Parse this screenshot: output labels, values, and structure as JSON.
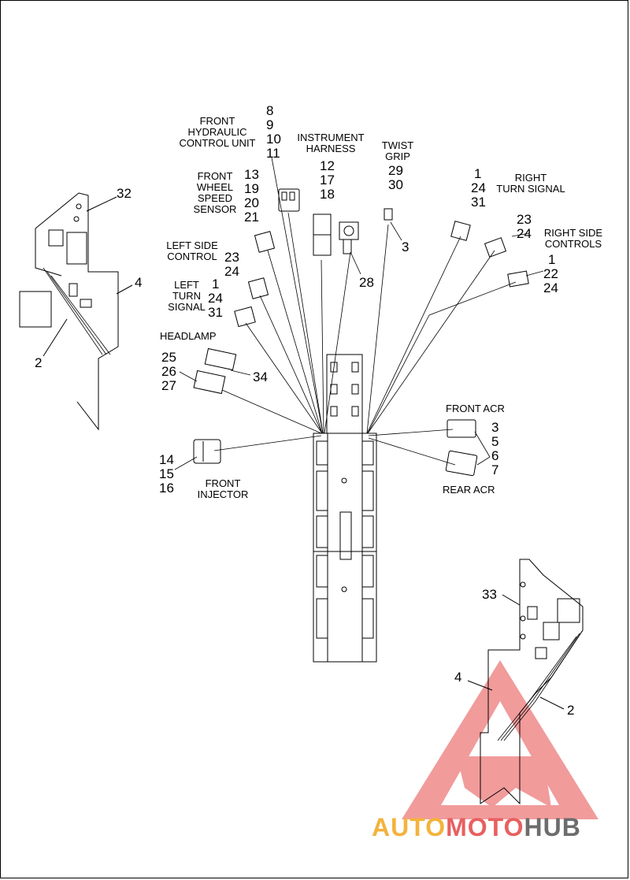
{
  "labels": {
    "front_hcu": "FRONT\nHYDRAULIC\nCONTROL UNIT",
    "front_hcu_nums": [
      "8",
      "9",
      "10",
      "11"
    ],
    "instrument_harness": "INSTRUMENT\nHARNESS",
    "instrument_nums": [
      "12",
      "17",
      "18"
    ],
    "twist_grip": "TWIST\nGRIP",
    "twist_grip_nums": [
      "29",
      "30"
    ],
    "right_turn_signal": "RIGHT\nTURN SIGNAL",
    "right_turn_nums": [
      "1",
      "24",
      "31"
    ],
    "right_side_controls": "RIGHT SIDE\nCONTROLS",
    "right_side_nums_a": [
      "23",
      "24"
    ],
    "right_side_nums_b": [
      "1",
      "22",
      "24"
    ],
    "front_wheel_speed": "FRONT\nWHEEL\nSPEED\nSENSOR",
    "front_wheel_nums": [
      "13",
      "19",
      "20",
      "21"
    ],
    "left_side_control": "LEFT SIDE\nCONTROL",
    "left_side_nums": [
      "23",
      "24"
    ],
    "left_turn_signal": "LEFT\nTURN\nSIGNAL",
    "left_turn_nums": [
      "1",
      "24",
      "31"
    ],
    "headlamp": "HEADLAMP",
    "headlamp_nums": [
      "25",
      "26",
      "27"
    ],
    "front_injector": "FRONT\nINJECTOR",
    "front_injector_nums": [
      "14",
      "15",
      "16"
    ],
    "front_acr": "FRONT ACR",
    "acr_nums": [
      "3",
      "5",
      "6",
      "7"
    ],
    "rear_acr": "REAR ACR",
    "callout_3": "3",
    "callout_28": "28",
    "callout_34": "34",
    "callout_32": "32",
    "callout_4_top": "4",
    "callout_2_top": "2",
    "callout_33": "33",
    "callout_4_bottom": "4",
    "callout_2_bottom": "2"
  },
  "watermark": {
    "part_a": "AUTO",
    "part_b": "MOTO",
    "part_c": "HUB",
    "colors": {
      "auto": "#f3b33d",
      "moto": "#e86060",
      "hub": "#6d6d6d",
      "triangle": "#ef8a8a"
    }
  }
}
